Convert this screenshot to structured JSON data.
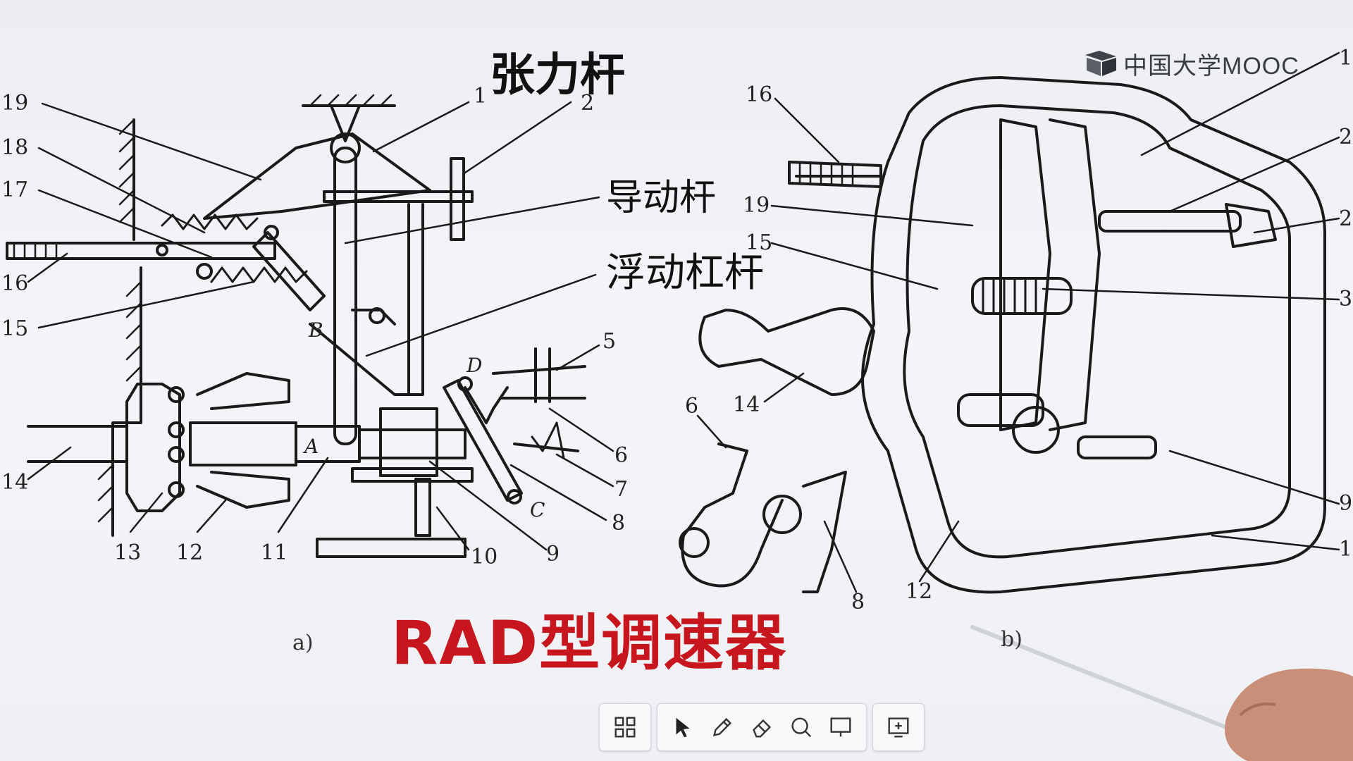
{
  "slide": {
    "title_top": "张力杆",
    "label_guide": "导动杆",
    "label_float": "浮动杠杆",
    "title_main": "RAD型调速器",
    "sub_a": "a)",
    "sub_b": "b)",
    "accent_color": "#c8161e"
  },
  "brand": {
    "name": "中国大学MOOC",
    "icon": "mooc-logo-icon"
  },
  "figure_a": {
    "numbers": [
      "19",
      "18",
      "17",
      "16",
      "15",
      "14",
      "13",
      "12",
      "11",
      "10",
      "9",
      "8",
      "7",
      "6",
      "5",
      "1",
      "2"
    ],
    "letters": [
      "A",
      "B",
      "C",
      "D"
    ]
  },
  "figure_b": {
    "numbers": [
      "16",
      "19",
      "15",
      "14",
      "6",
      "8",
      "12",
      "1",
      "2",
      "2",
      "3",
      "9",
      "1"
    ]
  },
  "toolbar": {
    "buttons": [
      {
        "name": "grid-icon"
      },
      {
        "name": "pointer-icon"
      },
      {
        "name": "pen-icon"
      },
      {
        "name": "eraser-icon"
      },
      {
        "name": "search-icon"
      },
      {
        "name": "presentation-icon"
      },
      {
        "name": "screen-icon"
      }
    ]
  }
}
